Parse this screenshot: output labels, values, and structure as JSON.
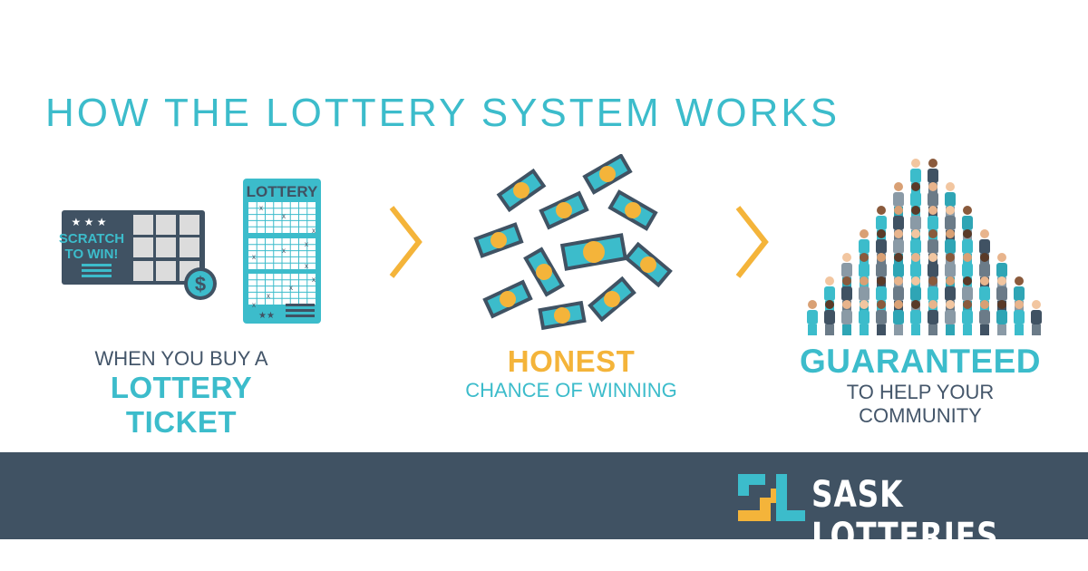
{
  "title": "HOW THE LOTTERY SYSTEM WORKS",
  "colors": {
    "teal": "#3cbccb",
    "dark": "#405263",
    "yellow": "#f4b43a"
  },
  "step1": {
    "line1": "WHEN YOU BUY A",
    "line2": "LOTTERY TICKET",
    "scratch_line1": "SCRATCH",
    "scratch_line2": "TO WIN!",
    "ticket_label": "LOTTERY",
    "coin_symbol": "$"
  },
  "step2": {
    "line1": "HONEST",
    "line2": "CHANCE OF WINNING"
  },
  "step3": {
    "line1": "GUARANTEED",
    "line2": "TO HELP YOUR COMMUNITY"
  },
  "footer": {
    "brand": "SASK LOTTERIES",
    "logo_letters": "SL"
  },
  "icons": [
    "scratch-card-icon",
    "lottery-ticket-icon",
    "chevron-right-icon",
    "money-bills-icon",
    "people-crowd-icon"
  ]
}
